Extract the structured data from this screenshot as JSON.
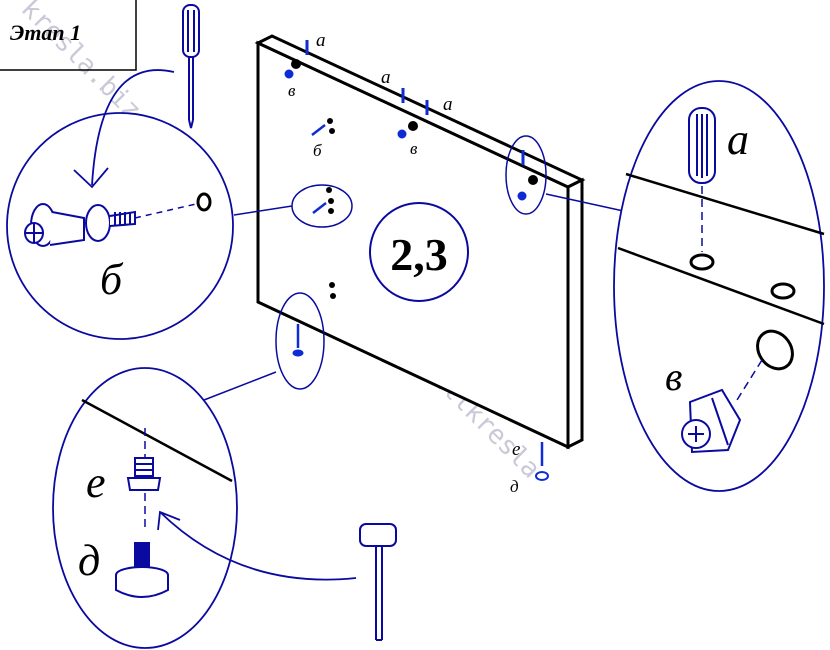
{
  "stage_label": "Этап 1",
  "panel_number": "2,3",
  "watermark": {
    "top": "kresla.biz",
    "bottom": "allkresla"
  },
  "part_labels": {
    "dowel": "а",
    "cam_bolt": "б",
    "cam_nut": "в",
    "leveler_foot": "д",
    "leveler_insert": "е"
  },
  "colors": {
    "line": "#0a0aa0",
    "part": "#0e2bd6",
    "black": "#000000"
  },
  "tools": [
    "screwdriver",
    "mallet"
  ]
}
